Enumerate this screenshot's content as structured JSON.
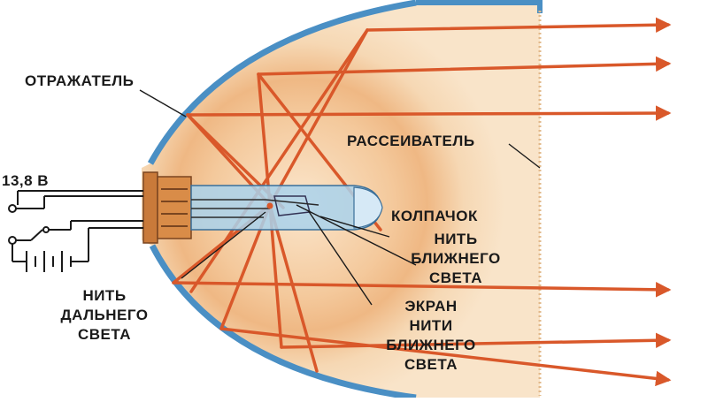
{
  "labels": {
    "reflector": "ОТРАЖАТЕЛЬ",
    "voltage": "13,8 В",
    "diffuser": "РАССЕИВАТЕЛЬ",
    "cap": "КОЛПАЧОК",
    "low_beam_filament": [
      "НИТЬ",
      "БЛИЖНЕГО",
      "СВЕТА"
    ],
    "high_beam_filament": [
      "НИТЬ",
      "ДАЛЬНЕГО",
      "СВЕТА"
    ],
    "low_beam_screen": [
      "ЭКРАН",
      "НИТИ",
      "БЛИЖНЕГО",
      "СВЕТА"
    ]
  },
  "colors": {
    "reflector_stroke": "#4a8fc4",
    "reflector_fill": "#f7ddb8",
    "glow": "#f0b87a",
    "ray": "#d9582a",
    "bulb_glass": "#a9d2ec",
    "socket": "#c97a3a",
    "diffuser": "#e8c49a"
  }
}
